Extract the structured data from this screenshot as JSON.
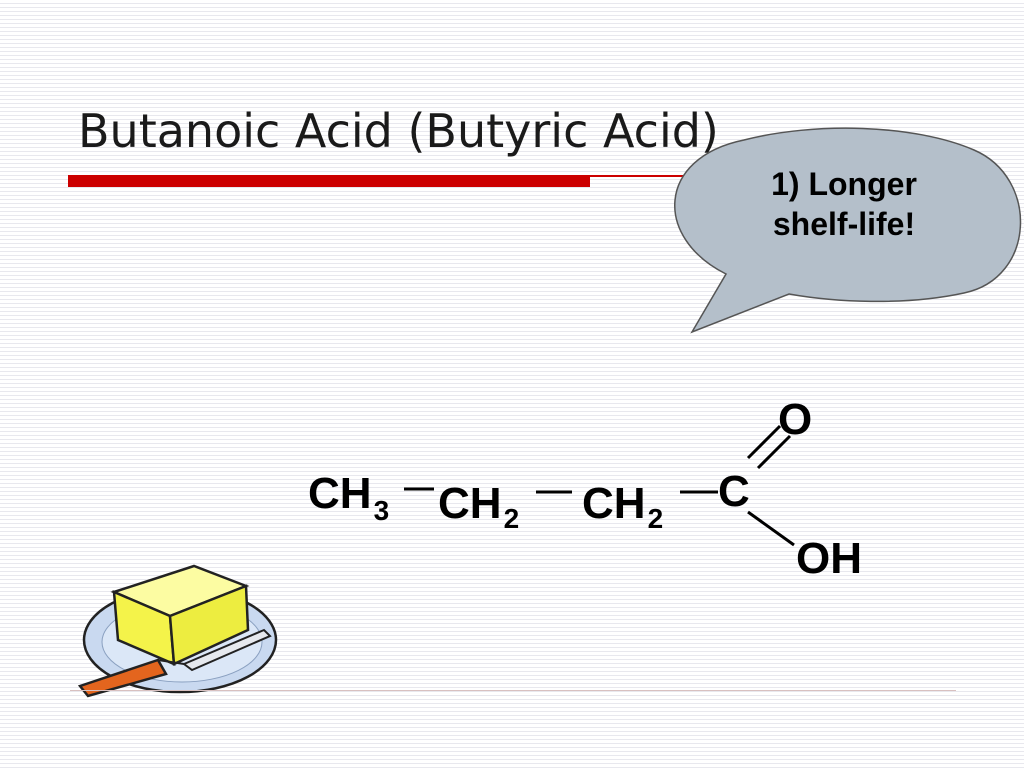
{
  "slide": {
    "title": "Butanoic Acid (Butyric Acid)"
  },
  "callout": {
    "line1": "1) Longer",
    "line2": "shelf-life!"
  },
  "formula": {
    "ch": "CH",
    "sub3": "3",
    "sub2": "2",
    "c": "C",
    "o": "O",
    "oh": "OH"
  },
  "colors": {
    "accent_red": "#cc0000",
    "callout_fill": "#b4bfca",
    "butter_yellow": "#f4f34a",
    "knife_handle": "#e3651e"
  },
  "icons": {
    "illustration": "butter-on-plate-icon"
  }
}
